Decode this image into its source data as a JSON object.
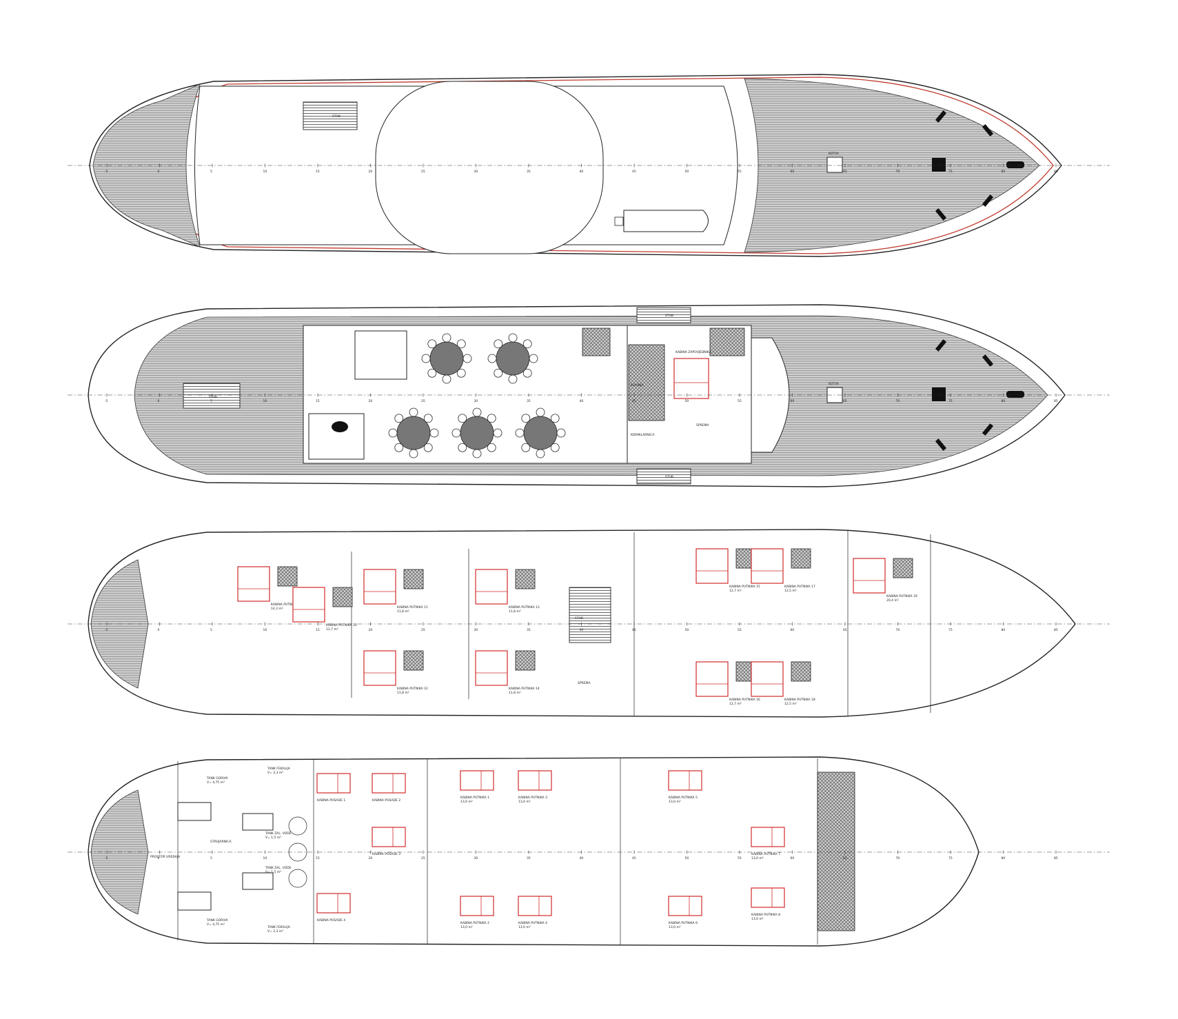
{
  "image": {
    "background": "#ffffff",
    "accent_bed": "#d12a2a",
    "accent_outline": "#c0392b",
    "line": "#222222"
  },
  "frame_numbers": [
    "-5",
    "0",
    "5",
    "10",
    "15",
    "20",
    "25",
    "30",
    "35",
    "40",
    "45",
    "50",
    "55",
    "60",
    "65",
    "70",
    "75",
    "80",
    "85"
  ],
  "decks": [
    {
      "id": "sun-deck",
      "labels": {
        "stairs": "STUB",
        "windlass": "KOTVA"
      }
    },
    {
      "id": "main-deck",
      "labels": {
        "stairs_aft": "STUB",
        "stairs_port": "STUB",
        "stairs_stbd": "STUB",
        "cabin": "KABINA ZAPOVJEDNIKA",
        "galley": "KUHINJA",
        "pantry": "SPREMA",
        "wheelhouse": "KORMILARNICA",
        "windlass": "KOTVA"
      }
    },
    {
      "id": "upper-cabin-deck",
      "cabins": [
        {
          "name": "KABINA PUTNIKA 9",
          "area": "14,3 m²"
        },
        {
          "name": "KABINA PUTNIKA 10",
          "area": "12,7 m²"
        },
        {
          "name": "KABINA PUTNIKA 11",
          "area": "11,8 m²"
        },
        {
          "name": "KABINA PUTNIKA 12",
          "area": "11,8 m²"
        },
        {
          "name": "KABINA PUTNIKA 13",
          "area": "11,8 m²"
        },
        {
          "name": "KABINA PUTNIKA 14",
          "area": "11,8 m²"
        },
        {
          "name": "KABINA PUTNIKA 15",
          "area": "12,7 m²"
        },
        {
          "name": "KABINA PUTNIKA 16",
          "area": "12,7 m²"
        },
        {
          "name": "KABINA PUTNIKA 17",
          "area": "12,5 m²"
        },
        {
          "name": "KABINA PUTNIKA 18",
          "area": "12,5 m²"
        },
        {
          "name": "KABINA PUTNIKA 19",
          "area": "20,4 m²"
        }
      ],
      "labels": {
        "pantry": "SPREMA",
        "stairs": "STUB"
      }
    },
    {
      "id": "lower-deck",
      "rooms": [
        {
          "name": "KABINA POSADE 1"
        },
        {
          "name": "KABINA POSADE 2"
        },
        {
          "name": "KABINA POSADE 3"
        },
        {
          "name": "KABINA POSADE 4"
        },
        {
          "name": "KABINA PUTNIKA 1",
          "area": "13,0 m²"
        },
        {
          "name": "KABINA PUTNIKA 2",
          "area": "13,0 m²"
        },
        {
          "name": "KABINA PUTNIKA 3",
          "area": "13,0 m²"
        },
        {
          "name": "KABINA PUTNIKA 4",
          "area": "13,0 m²"
        },
        {
          "name": "KABINA PUTNIKA 5",
          "area": "13,0 m²"
        },
        {
          "name": "KABINA PUTNIKA 6",
          "area": "13,0 m²"
        },
        {
          "name": "KABINA PUTNIKA 7",
          "area": "13,0 m²"
        },
        {
          "name": "KABINA PUTNIKA 8",
          "area": "13,0 m²"
        }
      ],
      "tanks": [
        {
          "name": "TANK GORIVA",
          "volume": "V= 4,75 m³"
        },
        {
          "name": "TANK GORIVA",
          "volume": "V= 4,75 m³"
        },
        {
          "name": "TANK FEKALIJA",
          "volume": "V= 2,3 m³"
        },
        {
          "name": "TANK FEKALIJA",
          "volume": "V= 2,3 m³"
        },
        {
          "name": "TANK ZAL. VODE",
          "volume": "V= 1,5 m³"
        },
        {
          "name": "TANK ZAL. VODE",
          "volume": "V= 1,5 m³"
        }
      ],
      "labels": {
        "engine": "STROJARNICA",
        "workshop": "PROSTOR UREĐAJA"
      }
    }
  ]
}
